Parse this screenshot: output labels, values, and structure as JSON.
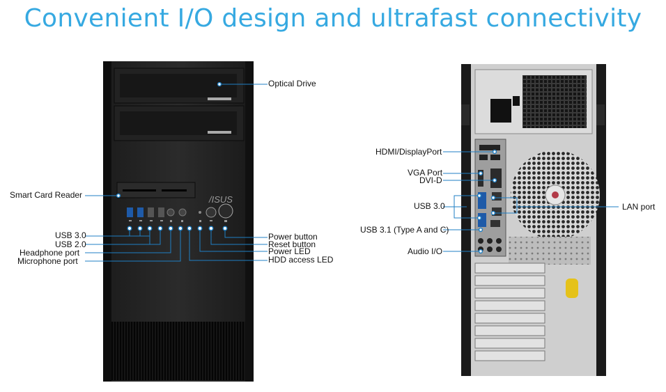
{
  "title": "Convenient I/O design and ultrafast connectivity",
  "brand_logo": "/ISUS",
  "accent_color": "#36a9e1",
  "line_color": "#1f7fc4",
  "front_labels": {
    "optical_drive": "Optical Drive",
    "smart_card_reader": "Smart  Card Reader",
    "usb30": "USB 3.0",
    "usb20": "USB 2.0",
    "headphone": "Headphone port",
    "microphone": "Microphone port",
    "power_button": "Power button",
    "reset_button": "Reset button",
    "power_led": "Power LED",
    "hdd_led": "HDD access LED"
  },
  "rear_labels": {
    "hdmi_dp": "HDMI/DisplayPort",
    "vga": "VGA Port",
    "dvid": "DVI-D",
    "usb30": "USB 3.0",
    "usb31": "USB 3.1 (Type A and C)",
    "audio": "Audio I/O",
    "lan": "LAN port"
  }
}
